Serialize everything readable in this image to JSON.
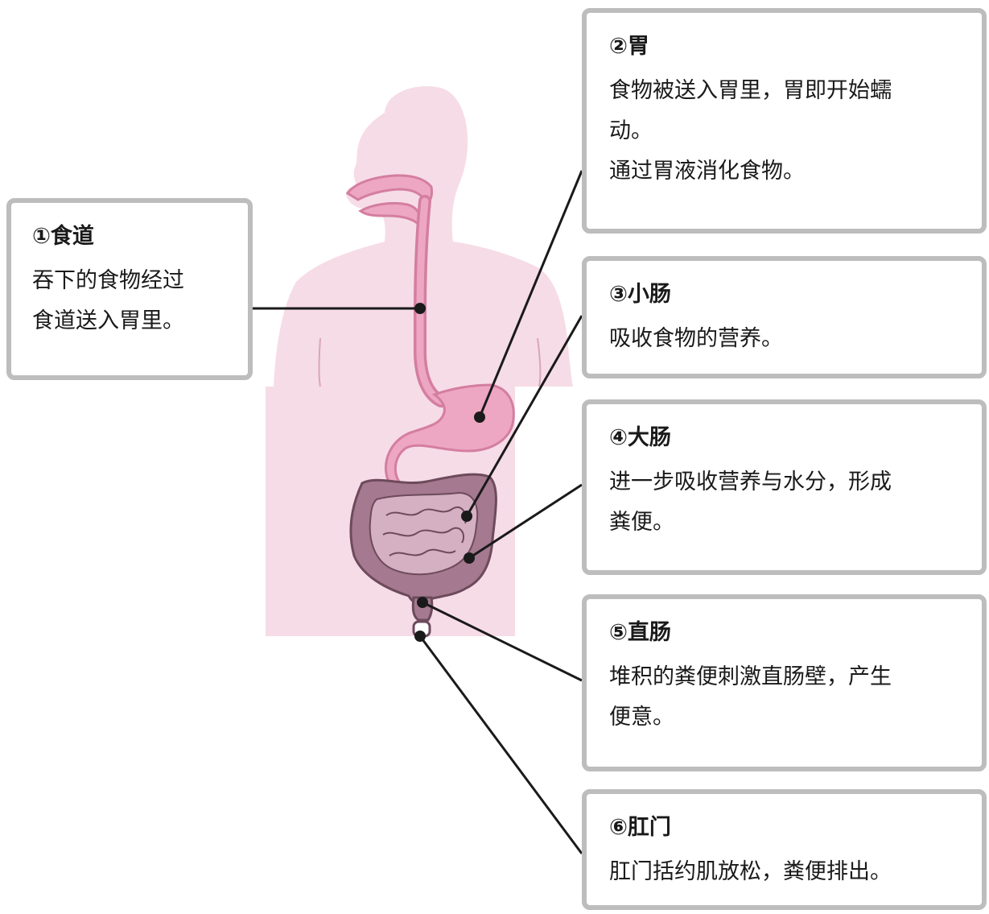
{
  "colors": {
    "body_fill": "#f6dce6",
    "body_outline": "#d8a6b8",
    "organ_pink": "#eda7c2",
    "organ_pink_dark": "#d47ea0",
    "intestine_fill": "#a5798f",
    "small_intestine_fill": "#d5b0c2",
    "intestine_outline": "#6d4a5c",
    "leader_line": "#1a1a1a",
    "box_border": "#bdbdbd"
  },
  "callouts": {
    "esophagus": {
      "title": "①食道",
      "desc": "吞下的食物经过\n食道送入胃里。"
    },
    "stomach": {
      "title": "②胃",
      "desc": "食物被送入胃里，胃即开始蠕\n动。\n通过胃液消化食物。"
    },
    "small_intestine": {
      "title": "③小肠",
      "desc": "吸收食物的营养。"
    },
    "large_intestine": {
      "title": "④大肠",
      "desc": "进一步吸收营养与水分，形成\n粪便。"
    },
    "rectum": {
      "title": "⑤直肠",
      "desc": "堆积的粪便刺激直肠壁，产生\n便意。"
    },
    "anus": {
      "title": "⑥肛门",
      "desc": "肛门括约肌放松，粪便排出。"
    }
  }
}
